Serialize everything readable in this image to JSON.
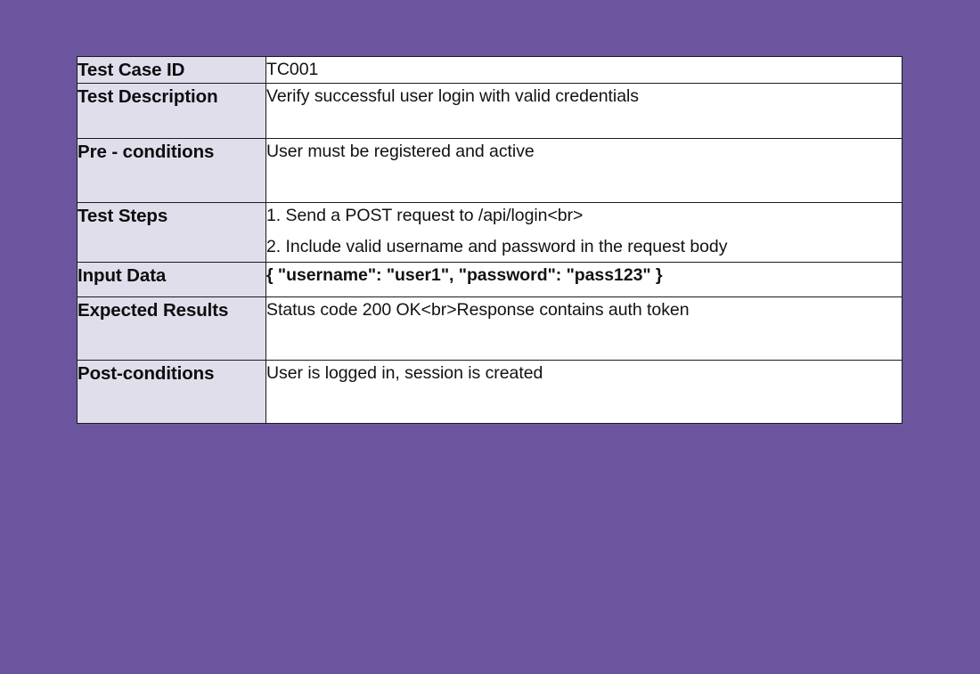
{
  "page": {
    "background_color": "#6B559F",
    "table_border_color": "#1b1b1f",
    "label_column_color": "#E0DEEB",
    "value_column_color": "#FFFFFF"
  },
  "table": {
    "name": "test-case-specification-table",
    "rows": [
      {
        "key": "test-case-id",
        "label": "Test Case ID",
        "lines": [
          "TC001"
        ],
        "emphasis": false
      },
      {
        "key": "test-description",
        "label": "Test Description",
        "lines": [
          "Verify successful user login with valid credentials"
        ],
        "emphasis": false
      },
      {
        "key": "pre-conditions",
        "label": "Pre - conditions",
        "lines": [
          "User must be registered and active"
        ],
        "emphasis": false
      },
      {
        "key": "test-steps",
        "label": "Test Steps",
        "lines": [
          "1. Send a POST request to /api/login<br>",
          "2. Include valid username and password in the request body"
        ],
        "emphasis": false
      },
      {
        "key": "input-data",
        "label": "Input Data",
        "lines": [
          "{ \"username\": \"user1\", \"password\": \"pass123\" }"
        ],
        "emphasis": true
      },
      {
        "key": "expected-results",
        "label": "Expected Results",
        "lines": [
          "Status code 200 OK<br>Response contains auth token"
        ],
        "emphasis": false
      },
      {
        "key": "post-conditions",
        "label": "Post-conditions",
        "lines": [
          "User is logged in, session is created"
        ],
        "emphasis": false
      }
    ]
  }
}
